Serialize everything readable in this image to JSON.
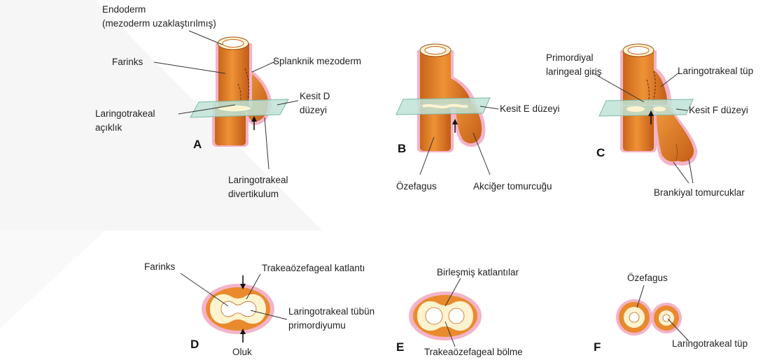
{
  "colors": {
    "tissue": "#e98a2c",
    "tissue_shade": "#c9651a",
    "tissue_dark": "#a04d12",
    "mesoderm": "#f3b3c8",
    "lumen": "#fdf3cf",
    "plane": "#bfe3d6",
    "plane_edge": "#7fb9a6",
    "watermark": "#efeff1"
  },
  "panels": {
    "A": {
      "letter": "A",
      "endoderm": "Endoderm",
      "endoderm_note": "(mezoderm uzaklaştırılmış)",
      "pharynx": "Farinks",
      "splanchnic": "Splanknik mezoderm",
      "section_1": "Kesit D",
      "section_2": "düzeyi",
      "opening_1": "Laringotrakeal",
      "opening_2": "açıklık",
      "diverticulum_1": "Laringotrakeal",
      "diverticulum_2": "divertikulum"
    },
    "B": {
      "letter": "B",
      "section": "Kesit E düzeyi",
      "esophagus": "Özefagus",
      "lung_bud": "Akciğer tomurcuğu"
    },
    "C": {
      "letter": "C",
      "primordial_1": "Primordiyal",
      "primordial_2": "laringeal giriş",
      "tube": "Laringotrakeal tüp",
      "section": "Kesit F düzeyi",
      "buds": "Brankiyal tomurcuklar"
    },
    "D": {
      "letter": "D",
      "pharynx": "Farinks",
      "fold": "Trakeaözefageal katlantı",
      "primordium_1": "Laringotrakeal tübün",
      "primordium_2": "primordiyumu",
      "groove": "Oluk"
    },
    "E": {
      "letter": "E",
      "fused": "Birleşmiş katlantılar",
      "septum": "Trakeaözefageal bölme"
    },
    "F": {
      "letter": "F",
      "esophagus": "Özefagus",
      "tube": "Laringotrakeal tüp"
    }
  }
}
